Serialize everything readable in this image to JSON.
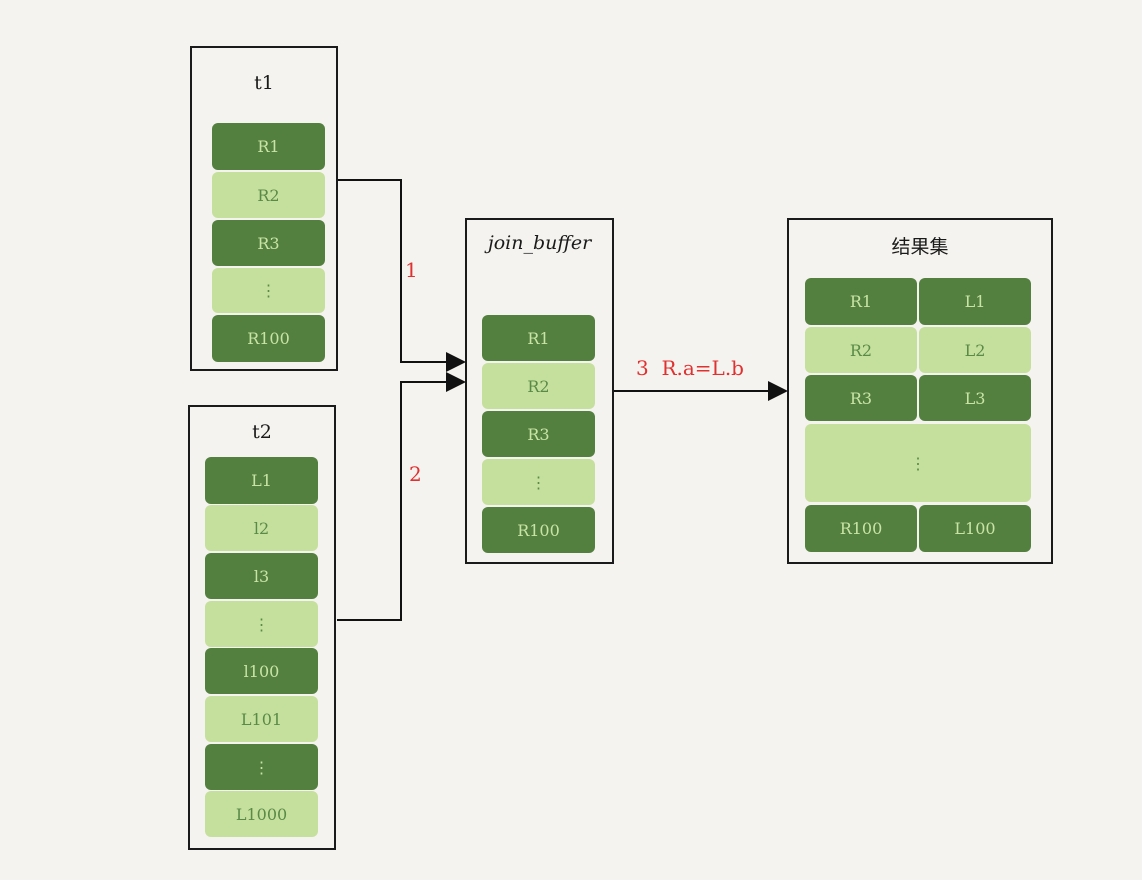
{
  "t1": {
    "title": "t1",
    "rows": [
      "R1",
      "R2",
      "R3",
      "⋮",
      "R100"
    ]
  },
  "t2": {
    "title": "t2",
    "rows": [
      "L1",
      "l2",
      "l3",
      "⋮",
      "l100",
      "L101",
      "⋮",
      "L1000"
    ]
  },
  "join_buffer": {
    "title": "join_buffer",
    "rows": [
      "R1",
      "R2",
      "R3",
      "⋮",
      "R100"
    ]
  },
  "result": {
    "title": "结果集",
    "rows": [
      [
        "R1",
        "L1"
      ],
      [
        "R2",
        "L2"
      ],
      [
        "R3",
        "L3"
      ],
      [
        "⋮",
        ""
      ],
      [
        "R100",
        "L100"
      ]
    ]
  },
  "edges": {
    "step1": "1",
    "step2": "2",
    "step3": "3  R.a=L.b"
  },
  "colors": {
    "dark_cell": "#53803f",
    "light_cell": "#c5e09c",
    "step_label": "#e03030"
  }
}
